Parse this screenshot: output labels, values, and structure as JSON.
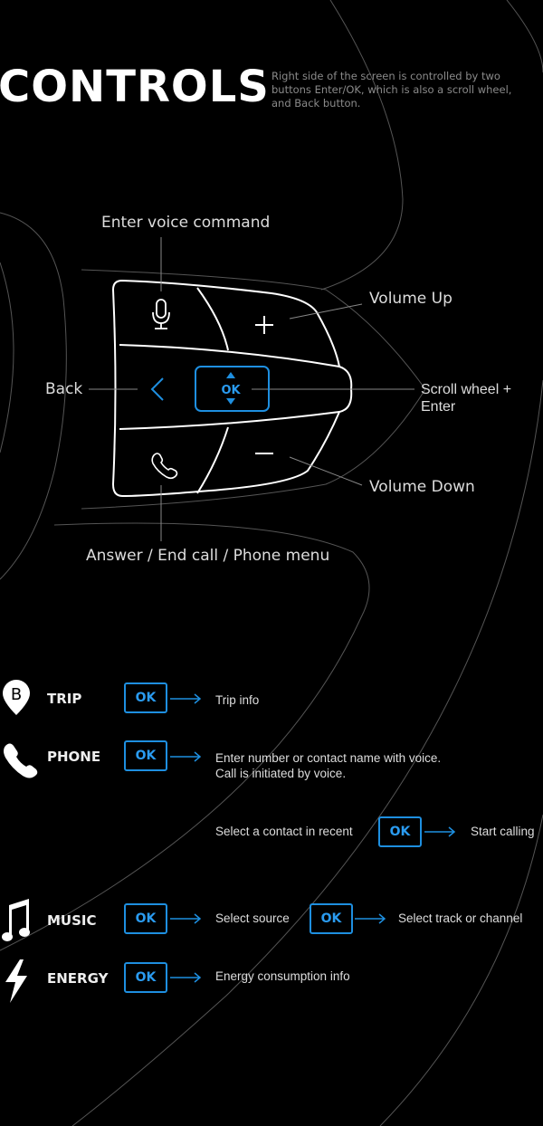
{
  "header": {
    "title": "CONTROLS",
    "description": "Right side of the screen is controlled by two buttons Enter/OK, which is also a scroll wheel, and Back button."
  },
  "callouts": {
    "voice": "Enter voice command",
    "volume_up": "Volume Up",
    "back": "Back",
    "scroll": "Scroll wheel + Enter",
    "volume_down": "Volume Down",
    "phone": "Answer / End call / Phone menu"
  },
  "ok_label": "OK",
  "menu": {
    "trip": {
      "label": "TRIP",
      "icon": "trip-pin-b",
      "badge": "B",
      "result": "Trip info"
    },
    "phone": {
      "label": "PHONE",
      "icon": "phone",
      "result_line1": "Enter number or contact name with voice.",
      "result_line2": "Call is initiated by voice.",
      "alt_step": "Select a contact in recent",
      "alt_result": "Start calling"
    },
    "music": {
      "label": "MUSIC",
      "icon": "music-note",
      "step": "Select source",
      "result": "Select track or channel"
    },
    "energy": {
      "label": "ENERGY",
      "icon": "lightning",
      "result": "Energy consumption info"
    }
  },
  "colors": {
    "accent": "#1e8fe0",
    "background": "#000000"
  }
}
